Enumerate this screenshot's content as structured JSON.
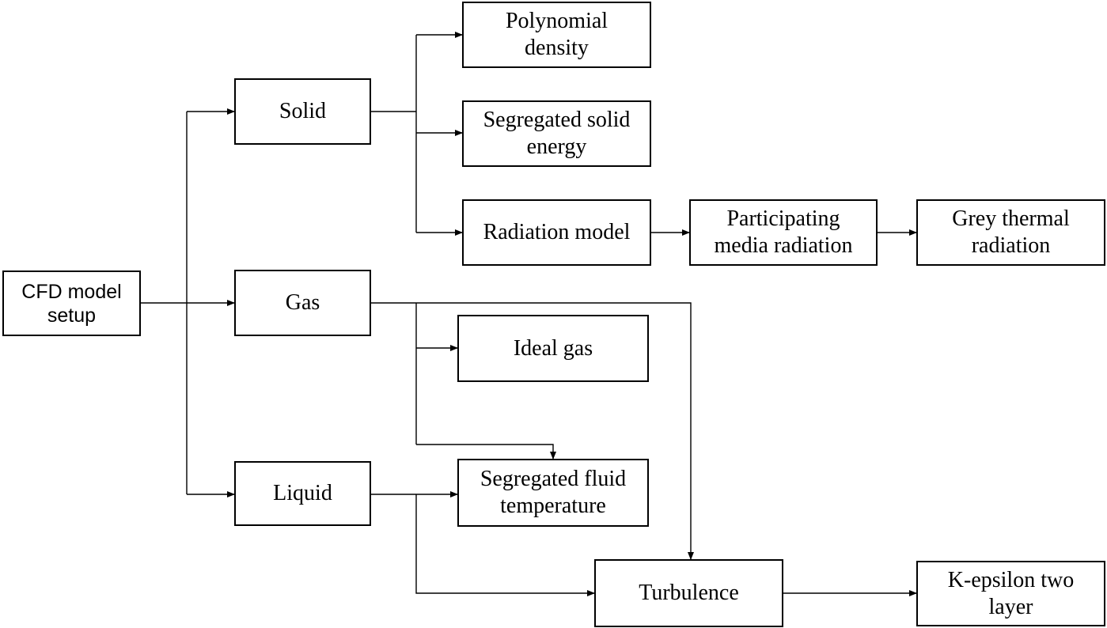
{
  "diagram": {
    "nodes": {
      "cfd_setup": "CFD model\nsetup",
      "solid": "Solid",
      "gas": "Gas",
      "liquid": "Liquid",
      "polynomial_density": "Polynomial\ndensity",
      "segregated_solid_energy": "Segregated solid\nenergy",
      "radiation_model": "Radiation model",
      "participating_media": "Participating\nmedia radiation",
      "grey_thermal": "Grey thermal\nradiation",
      "ideal_gas": "Ideal gas",
      "segregated_fluid_temp": "Segregated fluid\ntemperature",
      "turbulence": "Turbulence",
      "k_epsilon": "K-epsilon two\nlayer"
    },
    "edges": [
      [
        "cfd_setup",
        "solid"
      ],
      [
        "cfd_setup",
        "gas"
      ],
      [
        "cfd_setup",
        "liquid"
      ],
      [
        "solid",
        "polynomial_density"
      ],
      [
        "solid",
        "segregated_solid_energy"
      ],
      [
        "solid",
        "radiation_model"
      ],
      [
        "radiation_model",
        "participating_media"
      ],
      [
        "participating_media",
        "grey_thermal"
      ],
      [
        "gas",
        "ideal_gas"
      ],
      [
        "gas",
        "segregated_fluid_temp"
      ],
      [
        "gas",
        "turbulence"
      ],
      [
        "liquid",
        "segregated_fluid_temp"
      ],
      [
        "liquid",
        "turbulence"
      ],
      [
        "turbulence",
        "k_epsilon"
      ]
    ]
  }
}
